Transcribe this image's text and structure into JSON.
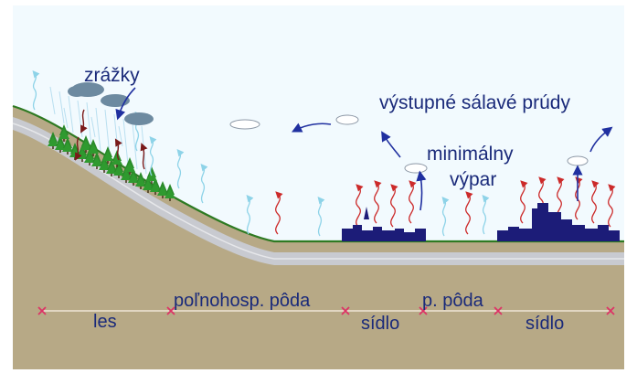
{
  "labels": {
    "precipitation": "zrážky",
    "rising_currents": "výstupné sálavé prúdy",
    "minimal_evap_line1": "minimálny",
    "minimal_evap_line2": "výpar"
  },
  "zones": [
    {
      "name": "les"
    },
    {
      "name": "poľnohosp. pôda"
    },
    {
      "name": "sídlo"
    },
    {
      "name": "p. pôda"
    },
    {
      "name": "sídlo"
    }
  ],
  "colors": {
    "sky": "#f2fafe",
    "ground": "#b7a986",
    "road": "#c8cad0",
    "grass": "#2e7a22",
    "label_text": "#1a2a7a",
    "heat_arrow": "#cc2a2a",
    "evap_arrow": "#8ed3e8",
    "wind_arrow": "#2030a0",
    "tree": "#2a8a2a",
    "building": "#1c1c78",
    "boundary_marker": "#dd3366"
  },
  "icons": [
    "cloud-icon",
    "rain-cloud-icon",
    "tree-icon",
    "building-icon",
    "heat-arrow-icon",
    "evaporation-arrow-icon",
    "wind-arrow-icon",
    "boundary-marker-icon"
  ]
}
